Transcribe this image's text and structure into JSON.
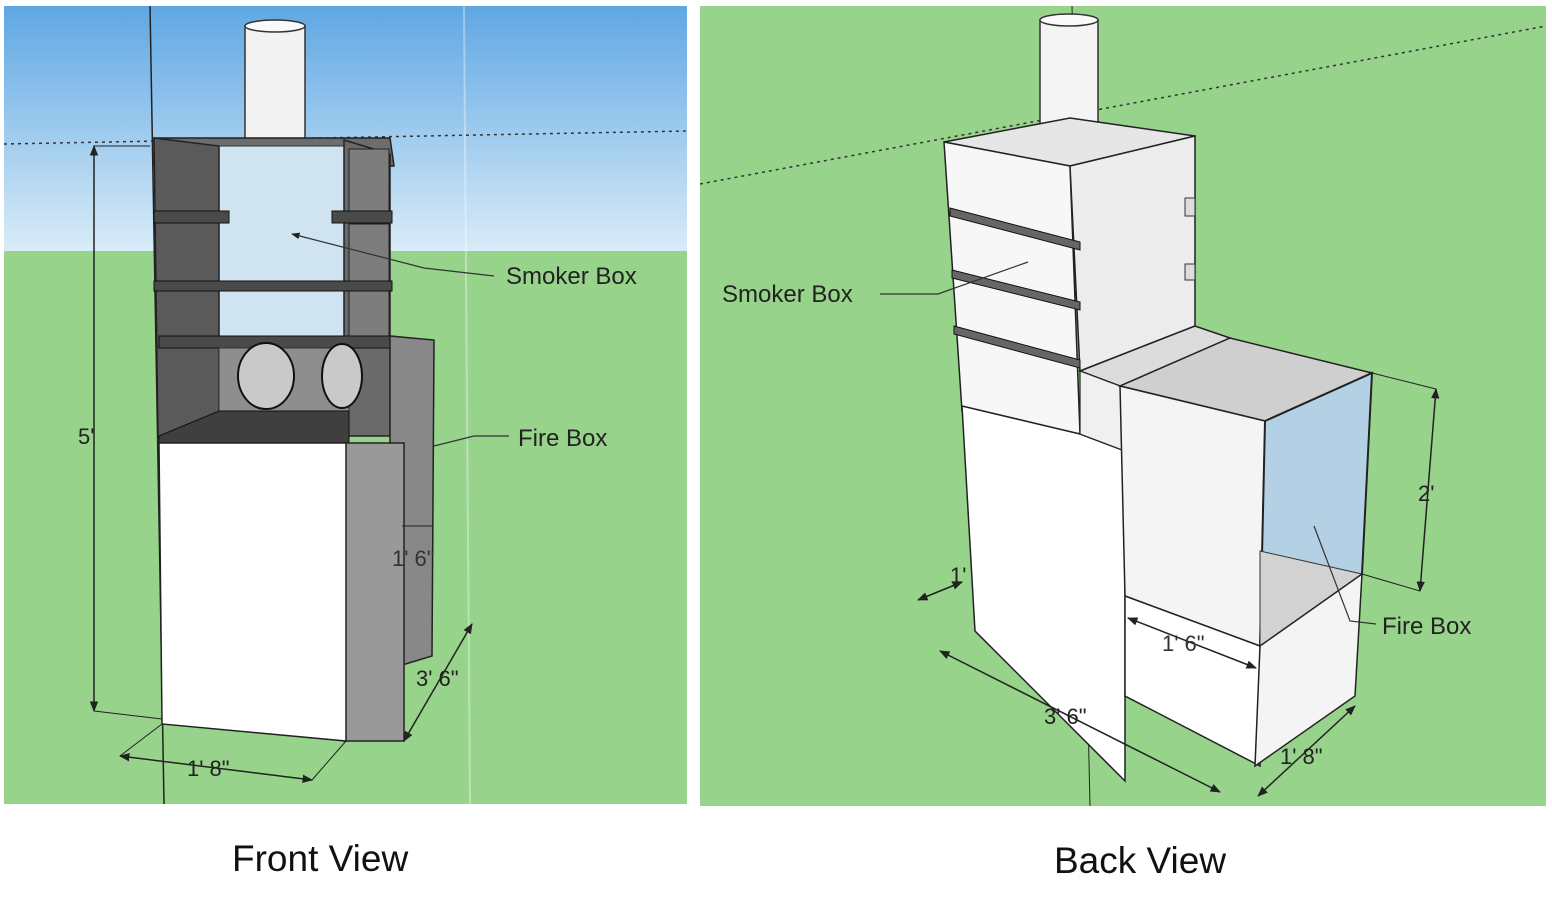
{
  "front_view": {
    "caption": "Front View",
    "labels": {
      "smoker_box": "Smoker Box",
      "fire_box": "Fire Box"
    },
    "dimensions": {
      "total_height": "5'",
      "fire_box_height": "1' 6\"",
      "depth": "3' 6\"",
      "width": "1' 8\""
    }
  },
  "back_view": {
    "caption": "Back View",
    "labels": {
      "smoker_box": "Smoker Box",
      "fire_box": "Fire Box"
    },
    "dimensions": {
      "wall_thickness": "1'",
      "fire_box_height": "2'",
      "fire_box_depth": "1' 6\"",
      "length": "3' 6\"",
      "width": "1' 8\""
    }
  },
  "colors": {
    "sky": "#6fb3e8",
    "grass": "#97d38b",
    "dark_face": "#5a5a5a",
    "light_face": "#f4f4f4",
    "glass": "#cfe3f0"
  }
}
